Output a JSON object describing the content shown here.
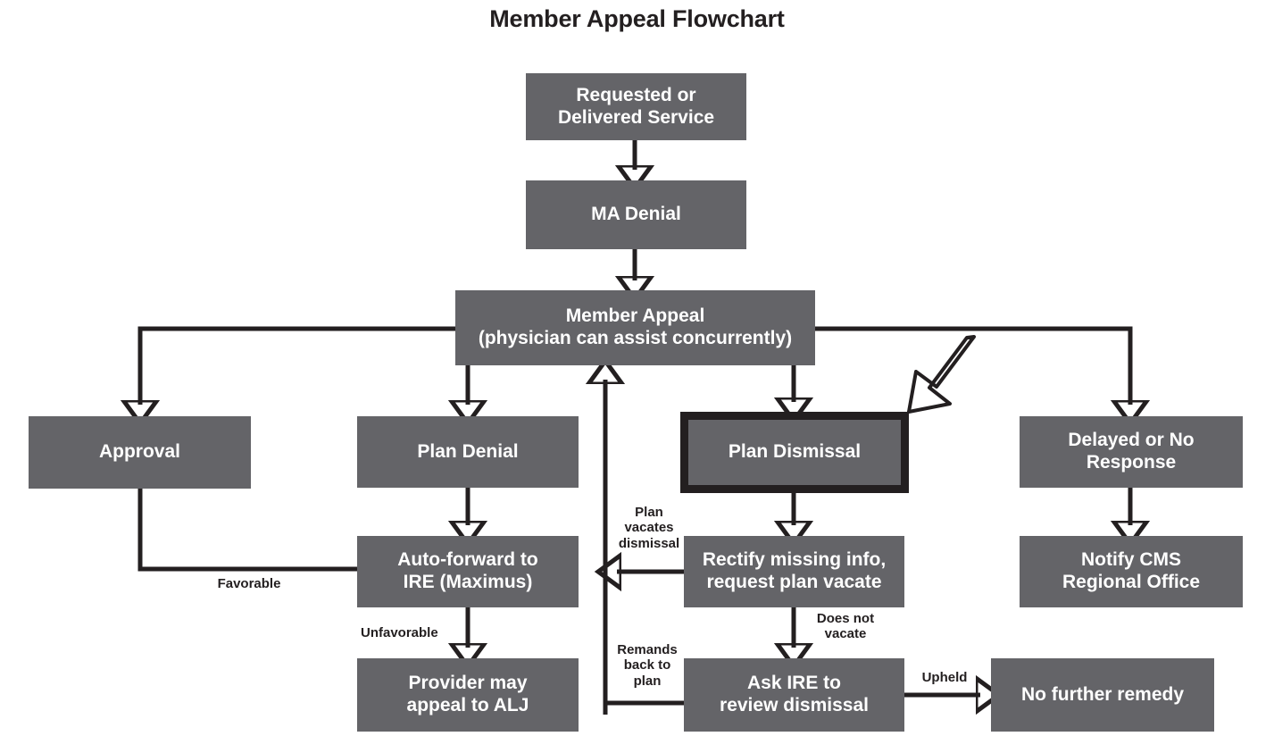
{
  "title": "Member Appeal Flowchart",
  "colors": {
    "node_fill": "#646468",
    "node_text": "#ffffff",
    "stroke": "#231f20",
    "background": "#ffffff",
    "highlight_border": "#231f20"
  },
  "chart_data": {
    "type": "diagram",
    "title": "Member Appeal Flowchart",
    "nodes": [
      {
        "id": "requested",
        "label": "Requested or\nDelivered Service"
      },
      {
        "id": "ma_denial",
        "label": "MA Denial"
      },
      {
        "id": "member_appeal",
        "label": "Member Appeal\n(physician can assist concurrently)"
      },
      {
        "id": "approval",
        "label": "Approval"
      },
      {
        "id": "plan_denial",
        "label": "Plan Denial"
      },
      {
        "id": "plan_dismissal",
        "label": "Plan Dismissal",
        "highlighted": true
      },
      {
        "id": "delayed",
        "label": "Delayed or No\nResponse"
      },
      {
        "id": "auto_forward",
        "label": "Auto-forward to\nIRE (Maximus)"
      },
      {
        "id": "rectify",
        "label": "Rectify missing info,\nrequest plan vacate"
      },
      {
        "id": "notify_cms",
        "label": "Notify CMS\nRegional Office"
      },
      {
        "id": "provider_alj",
        "label": "Provider may\nappeal to ALJ"
      },
      {
        "id": "ask_ire",
        "label": "Ask IRE to\nreview dismissal"
      },
      {
        "id": "no_remedy",
        "label": "No further remedy"
      }
    ],
    "edges": [
      {
        "from": "requested",
        "to": "ma_denial",
        "label": ""
      },
      {
        "from": "ma_denial",
        "to": "member_appeal",
        "label": ""
      },
      {
        "from": "member_appeal",
        "to": "approval",
        "label": ""
      },
      {
        "from": "member_appeal",
        "to": "plan_denial",
        "label": ""
      },
      {
        "from": "member_appeal",
        "to": "plan_dismissal",
        "label": ""
      },
      {
        "from": "member_appeal",
        "to": "delayed",
        "label": ""
      },
      {
        "from": "approval",
        "to": "auto_forward",
        "label": "Favorable"
      },
      {
        "from": "plan_denial",
        "to": "auto_forward",
        "label": ""
      },
      {
        "from": "auto_forward",
        "to": "provider_alj",
        "label": "Unfavorable"
      },
      {
        "from": "plan_dismissal",
        "to": "rectify",
        "label": ""
      },
      {
        "from": "rectify",
        "to": "member_appeal",
        "label": "Plan\nvacates\ndismissal"
      },
      {
        "from": "rectify",
        "to": "ask_ire",
        "label": "Does not\nvacate"
      },
      {
        "from": "ask_ire",
        "to": "member_appeal",
        "label": "Remands\nback to\nplan"
      },
      {
        "from": "ask_ire",
        "to": "no_remedy",
        "label": "Upheld"
      },
      {
        "from": "delayed",
        "to": "notify_cms",
        "label": ""
      }
    ]
  },
  "nodes": {
    "requested": "Requested or\nDelivered Service",
    "ma_denial": "MA Denial",
    "member_appeal": "Member Appeal\n(physician can assist concurrently)",
    "approval": "Approval",
    "plan_denial": "Plan Denial",
    "plan_dismissal": "Plan Dismissal",
    "delayed": "Delayed or No\nResponse",
    "auto_forward": "Auto-forward to\nIRE (Maximus)",
    "rectify": "Rectify missing info,\nrequest plan vacate",
    "notify_cms": "Notify CMS\nRegional Office",
    "provider_alj": "Provider may\nappeal to ALJ",
    "ask_ire": "Ask IRE to\nreview dismissal",
    "no_remedy": "No further remedy"
  },
  "edge_labels": {
    "favorable": "Favorable",
    "unfavorable": "Unfavorable",
    "plan_vacates": "Plan\nvacates\ndismissal",
    "does_not_vacate": "Does not\nvacate",
    "remands": "Remands\nback to\nplan",
    "upheld": "Upheld"
  },
  "annotations": {
    "pointer": "bold-pointer-arrow"
  }
}
